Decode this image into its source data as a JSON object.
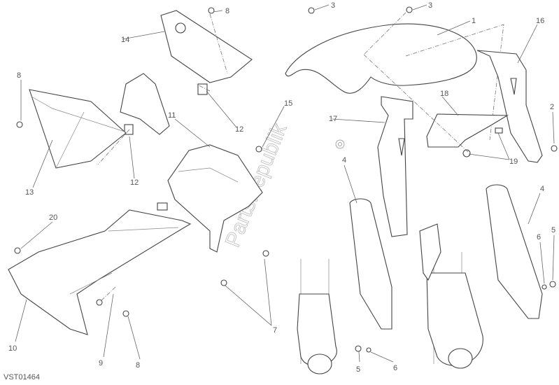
{
  "diagram_code": "VST01464",
  "watermark": "PartsRepublik",
  "callouts": {
    "c1": "1",
    "c2": "2",
    "c3a": "3",
    "c3b": "3",
    "c4a": "4",
    "c4b": "4",
    "c5a": "5",
    "c5b": "5",
    "c6a": "6",
    "c6b": "6",
    "c7": "7",
    "c8a": "8",
    "c8b": "8",
    "c8c": "8",
    "c9": "9",
    "c10": "10",
    "c11": "11",
    "c12a": "12",
    "c12b": "12",
    "c13": "13",
    "c14": "14",
    "c15": "15",
    "c16": "16",
    "c17": "17",
    "c18": "18",
    "c19": "19",
    "c20": "20"
  }
}
